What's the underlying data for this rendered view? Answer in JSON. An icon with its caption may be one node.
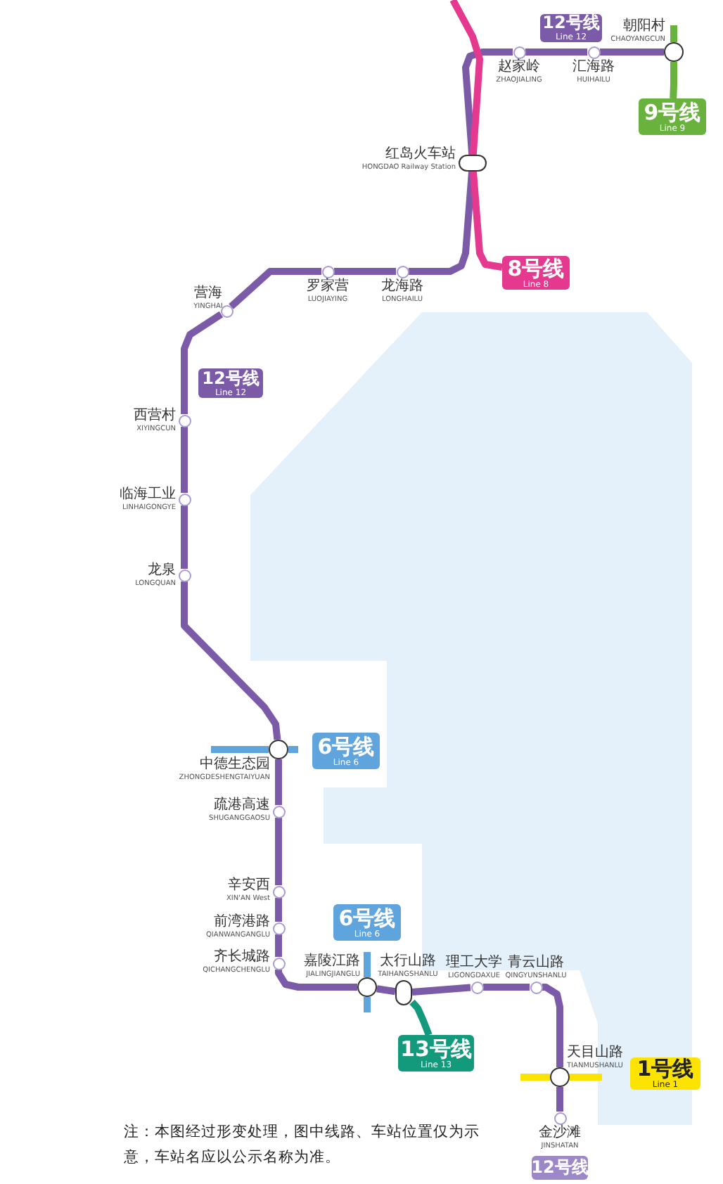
{
  "diagram": {
    "caption": "注：本图经过形变处理，图中线路、车站位置仅为示意，车站名应以公示名称为准。",
    "nodes": [
      {
        "text": [
          "12号线",
          "Line 12"
        ]
      },
      {
        "text": [],
        "shape": "circle",
        "beside": [
          "朝阳村",
          "CHAOYANGCUN"
        ]
      },
      {
        "text": [],
        "shape": "circle",
        "beside": [
          "赵家岭",
          "ZHAOJIALING"
        ]
      },
      {
        "text": [],
        "shape": "circle",
        "beside": [
          "汇海路",
          "HUIHAILU"
        ]
      },
      {
        "text": [
          "9号线",
          "Line 9"
        ]
      },
      {
        "text": [],
        "shape": "circle",
        "beside": [
          "红岛火车站",
          "HONGDAO Railway Station"
        ]
      },
      {
        "text": [],
        "shape": "circle",
        "beside": [
          "罗家营",
          "LUOJIAYING"
        ]
      },
      {
        "text": [],
        "shape": "circle",
        "beside": [
          "龙海路",
          "LONGHAILU"
        ]
      },
      {
        "text": [
          "8号线",
          "Line 8"
        ]
      },
      {
        "text": [],
        "shape": "circle",
        "beside": [
          "营海",
          "YINGHAI"
        ]
      },
      {
        "text": [
          "12号线",
          "Line 12"
        ]
      },
      {
        "text": [],
        "shape": "circle",
        "beside": [
          "西营村",
          "XIYINGCUN"
        ]
      },
      {
        "text": [],
        "shape": "circle",
        "beside": [
          "临海工业",
          "LINHAIGONGYE"
        ]
      },
      {
        "text": [],
        "shape": "circle",
        "beside": [
          "龙泉",
          "LONGQUAN"
        ]
      },
      {
        "text": [],
        "shape": "circle",
        "beside": [
          "中德生态园",
          "ZHONGDESHENGTAIYUAN"
        ]
      },
      {
        "text": [
          "6号线",
          "Line 6"
        ]
      },
      {
        "text": [],
        "shape": "circle",
        "beside": [
          "疏港高速",
          "SHUGANGGAOSU"
        ]
      },
      {
        "text": [],
        "shape": "circle",
        "beside": [
          "辛安西",
          "XIN'AN West"
        ]
      },
      {
        "text": [],
        "shape": "circle",
        "beside": [
          "前湾港路",
          "QIANWANGANGLU"
        ]
      },
      {
        "text": [
          "6号线",
          "Line 6"
        ]
      },
      {
        "text": [],
        "shape": "circle",
        "beside": [
          "齐长城路",
          "QICHANGCHENGLU"
        ]
      },
      {
        "text": [],
        "shape": "circle",
        "beside": [
          "嘉陵江路",
          "JIALINGJIANGLU"
        ]
      },
      {
        "text": [],
        "shape": "circle",
        "beside": [
          "太行山路",
          "TAIHANGSHANLU"
        ]
      },
      {
        "text": [],
        "shape": "circle",
        "beside": [
          "理工大学",
          "LIGONGDAXUE"
        ]
      },
      {
        "text": [],
        "shape": "circle",
        "beside": [
          "青云山路",
          "QINGYUNSHANLU"
        ]
      },
      {
        "text": [
          "13号线",
          "Line 13"
        ]
      },
      {
        "text": [],
        "shape": "circle",
        "beside": [
          "天目山路",
          "TIANMUSHANLU"
        ]
      },
      {
        "text": [
          "1号线",
          "Line 1"
        ]
      },
      {
        "text": [],
        "shape": "circle",
        "beside": [
          "金沙滩",
          "JINSHATAN"
        ]
      },
      {
        "text": [
          "12号线"
        ]
      }
    ],
    "edges": [
      {
        "from": 1,
        "to": 3,
        "arrow": "none"
      },
      {
        "from": 3,
        "to": 2,
        "arrow": "none"
      },
      {
        "from": 2,
        "to": 5,
        "arrow": "none"
      },
      {
        "from": 5,
        "to": 7,
        "arrow": "none"
      },
      {
        "from": 7,
        "to": 6,
        "arrow": "none"
      },
      {
        "from": 6,
        "to": 9,
        "arrow": "none"
      },
      {
        "from": 9,
        "to": 11,
        "arrow": "none"
      },
      {
        "from": 11,
        "to": 12,
        "arrow": "none"
      },
      {
        "from": 12,
        "to": 13,
        "arrow": "none"
      },
      {
        "from": 13,
        "to": 14,
        "arrow": "none"
      },
      {
        "from": 14,
        "to": 16,
        "arrow": "none"
      },
      {
        "from": 16,
        "to": 17,
        "arrow": "none"
      },
      {
        "from": 17,
        "to": 18,
        "arrow": "none"
      },
      {
        "from": 18,
        "to": 20,
        "arrow": "none"
      },
      {
        "from": 20,
        "to": 21,
        "arrow": "none"
      },
      {
        "from": 21,
        "to": 22,
        "arrow": "none"
      },
      {
        "from": 22,
        "to": 23,
        "arrow": "none"
      },
      {
        "from": 23,
        "to": 24,
        "arrow": "none"
      },
      {
        "from": 24,
        "to": 26,
        "arrow": "none"
      },
      {
        "from": 26,
        "to": 28,
        "arrow": "none"
      },
      {
        "from": null,
        "to": 5,
        "arrow": "none",
        "color": "#e4398e"
      },
      {
        "from": 5,
        "to": 8,
        "arrow": "none",
        "color": "#e4398e"
      },
      {
        "from": null,
        "to": 1,
        "arrow": "none",
        "color": "#6ab23e"
      },
      {
        "from": 1,
        "to": 4,
        "arrow": "none",
        "color": "#6ab23e"
      },
      {
        "from": null,
        "to": 14,
        "arrow": "none",
        "color": "#5fa4dc"
      },
      {
        "from": 14,
        "to": null,
        "arrow": "none",
        "color": "#5fa4dc"
      },
      {
        "from": null,
        "to": 21,
        "arrow": "none",
        "color": "#5fa4dc"
      },
      {
        "from": 21,
        "to": null,
        "arrow": "none",
        "color": "#5fa4dc"
      },
      {
        "from": 22,
        "to": 25,
        "arrow": "none",
        "color": "#139a7c"
      },
      {
        "from": null,
        "to": 26,
        "arrow": "none",
        "color": "#fde400"
      },
      {
        "from": 26,
        "to": null,
        "arrow": "none",
        "color": "#fde400"
      }
    ]
  }
}
